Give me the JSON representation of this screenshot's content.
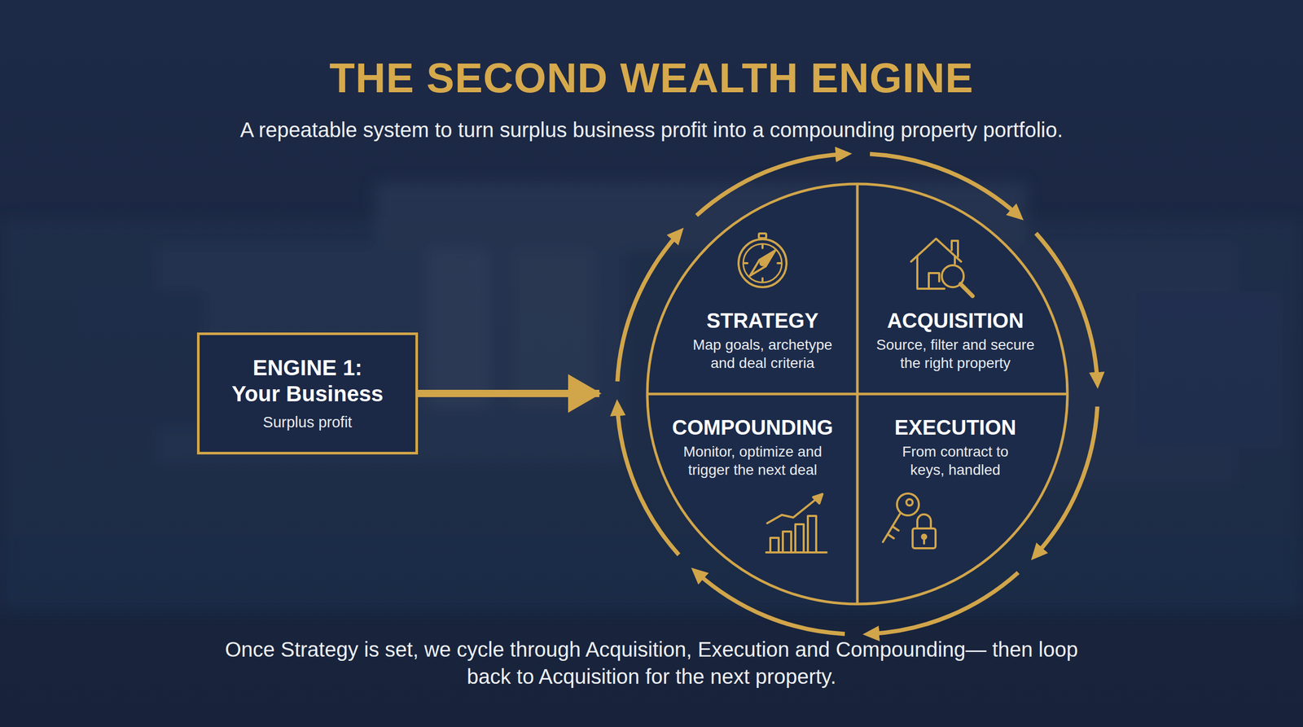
{
  "diagram": {
    "title": "THE SECOND WEALTH ENGINE",
    "caption": "Once Strategy is set, we cycle through Acquisition, Execution and Compounding— then loop back to Acquisition for the next property.",
    "nodes": [
      {
        "text": [
          "ENGINE 1: Your Business",
          "Surplus profit"
        ]
      },
      {
        "text": [
          "STRATEGY",
          "Map goals, archetype and deal criteria"
        ]
      },
      {
        "text": [
          "ACQUISITION",
          "Source, filter and secure the right property"
        ]
      },
      {
        "text": [
          "COMPOUNDING",
          "Monitor, optimize and trigger the next deal"
        ]
      },
      {
        "text": [
          "EXECUTION",
          "From contract to keys, handled"
        ]
      }
    ],
    "edges": [
      {
        "from": 0,
        "to": 1,
        "arrow": "to"
      },
      {
        "from": 1,
        "to": 2,
        "arrow": "to"
      },
      {
        "from": 2,
        "to": 4,
        "arrow": "to"
      },
      {
        "from": 4,
        "to": 3,
        "arrow": "to"
      },
      {
        "from": 3,
        "to": 1,
        "arrow": "to"
      }
    ],
    "labels": [
      "A repeatable system to turn surplus business profit into a compounding property portfolio."
    ]
  }
}
